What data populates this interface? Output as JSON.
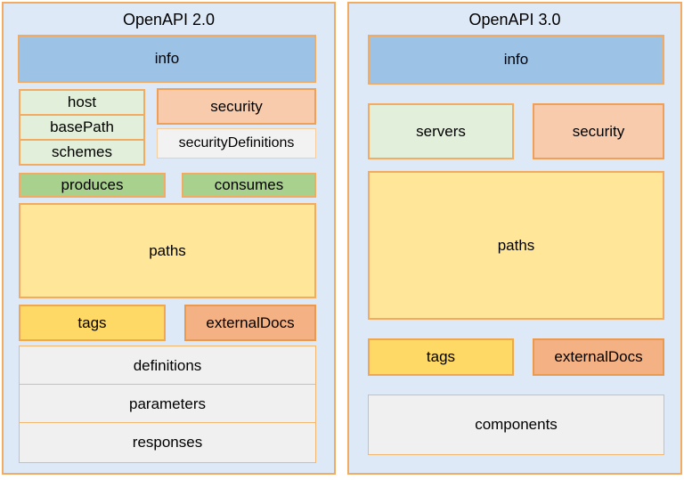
{
  "colors": {
    "panel_background": "#dde9f6",
    "panel_border": "#f2ab60",
    "info_fill": "#9cc2e5",
    "light_green_fill": "#e2efda",
    "green_fill": "#a9d18e",
    "salmon_fill": "#f8cbad",
    "pale_yellow_fill": "#ffe699",
    "yellow_fill": "#ffd966",
    "orange_fill": "#f4b183",
    "gray_fill": "#f0f0f0",
    "text": "#000000"
  },
  "panels": [
    {
      "title": "OpenAPI 2.0",
      "labels": {
        "info": "info",
        "host": "host",
        "base_path": "basePath",
        "schemes": "schemes",
        "security": "security",
        "security_definitions": "securityDefinitions",
        "produces": "produces",
        "consumes": "consumes",
        "paths": "paths",
        "tags": "tags",
        "external_docs": "externalDocs",
        "definitions": "definitions",
        "parameters": "parameters",
        "responses": "responses"
      }
    },
    {
      "title": "OpenAPI 3.0",
      "labels": {
        "info": "info",
        "servers": "servers",
        "security": "security",
        "paths": "paths",
        "tags": "tags",
        "external_docs": "externalDocs",
        "components": "components"
      }
    }
  ]
}
